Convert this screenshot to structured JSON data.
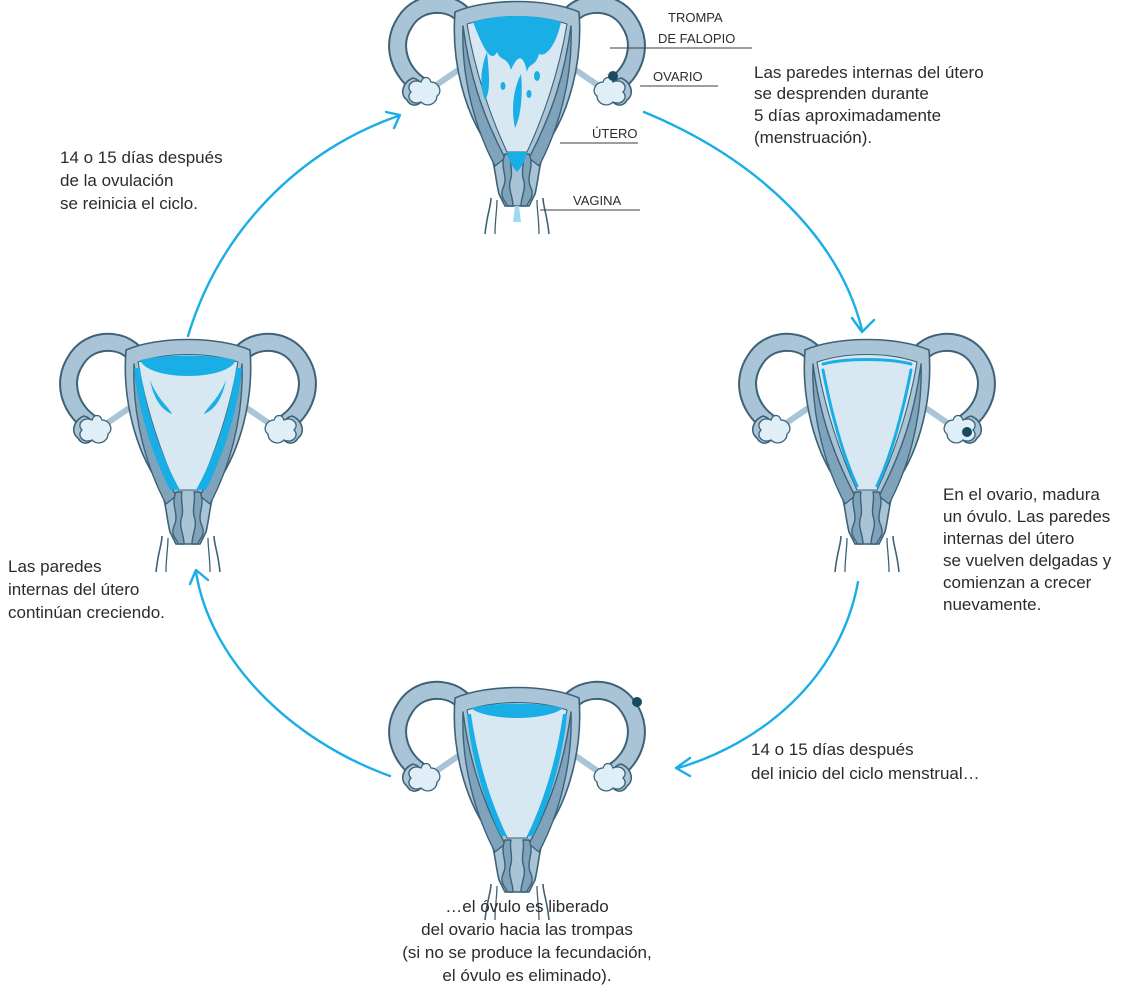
{
  "labels": {
    "trompa_line1": "TROMPA",
    "trompa_line2": "DE FALOPIO",
    "ovario": "OVARIO",
    "utero": "ÚTERO",
    "vagina": "VAGINA"
  },
  "steps": {
    "top": [
      "Las paredes internas del útero",
      "se desprenden durante",
      "5 días aproximadamente",
      "(menstruación)."
    ],
    "right": [
      "En el ovario, madura",
      "un óvulo. Las paredes",
      "internas del útero",
      "se vuelven delgadas y",
      "comienzan a crecer",
      "nuevamente."
    ],
    "bottom_right": [
      "14 o 15 días después",
      "del inicio del ciclo menstrual…"
    ],
    "bottom": [
      "…el óvulo es liberado",
      "del ovario hacia las trompas",
      "(si no se produce la fecundación,",
      "el óvulo es eliminado)."
    ],
    "left": [
      "Las paredes",
      "internas del útero",
      "continúan creciendo."
    ],
    "top_left": [
      "14 o 15 días después",
      "de la ovulación",
      "se reinicia el ciclo."
    ]
  },
  "colors": {
    "accent": "#1aaee6",
    "outline": "#3d6277",
    "tissue_light": "#a9c4d6",
    "tissue_dark": "#7fa3bb",
    "cavity": "#d8e8f2",
    "egg": "#184a63"
  }
}
